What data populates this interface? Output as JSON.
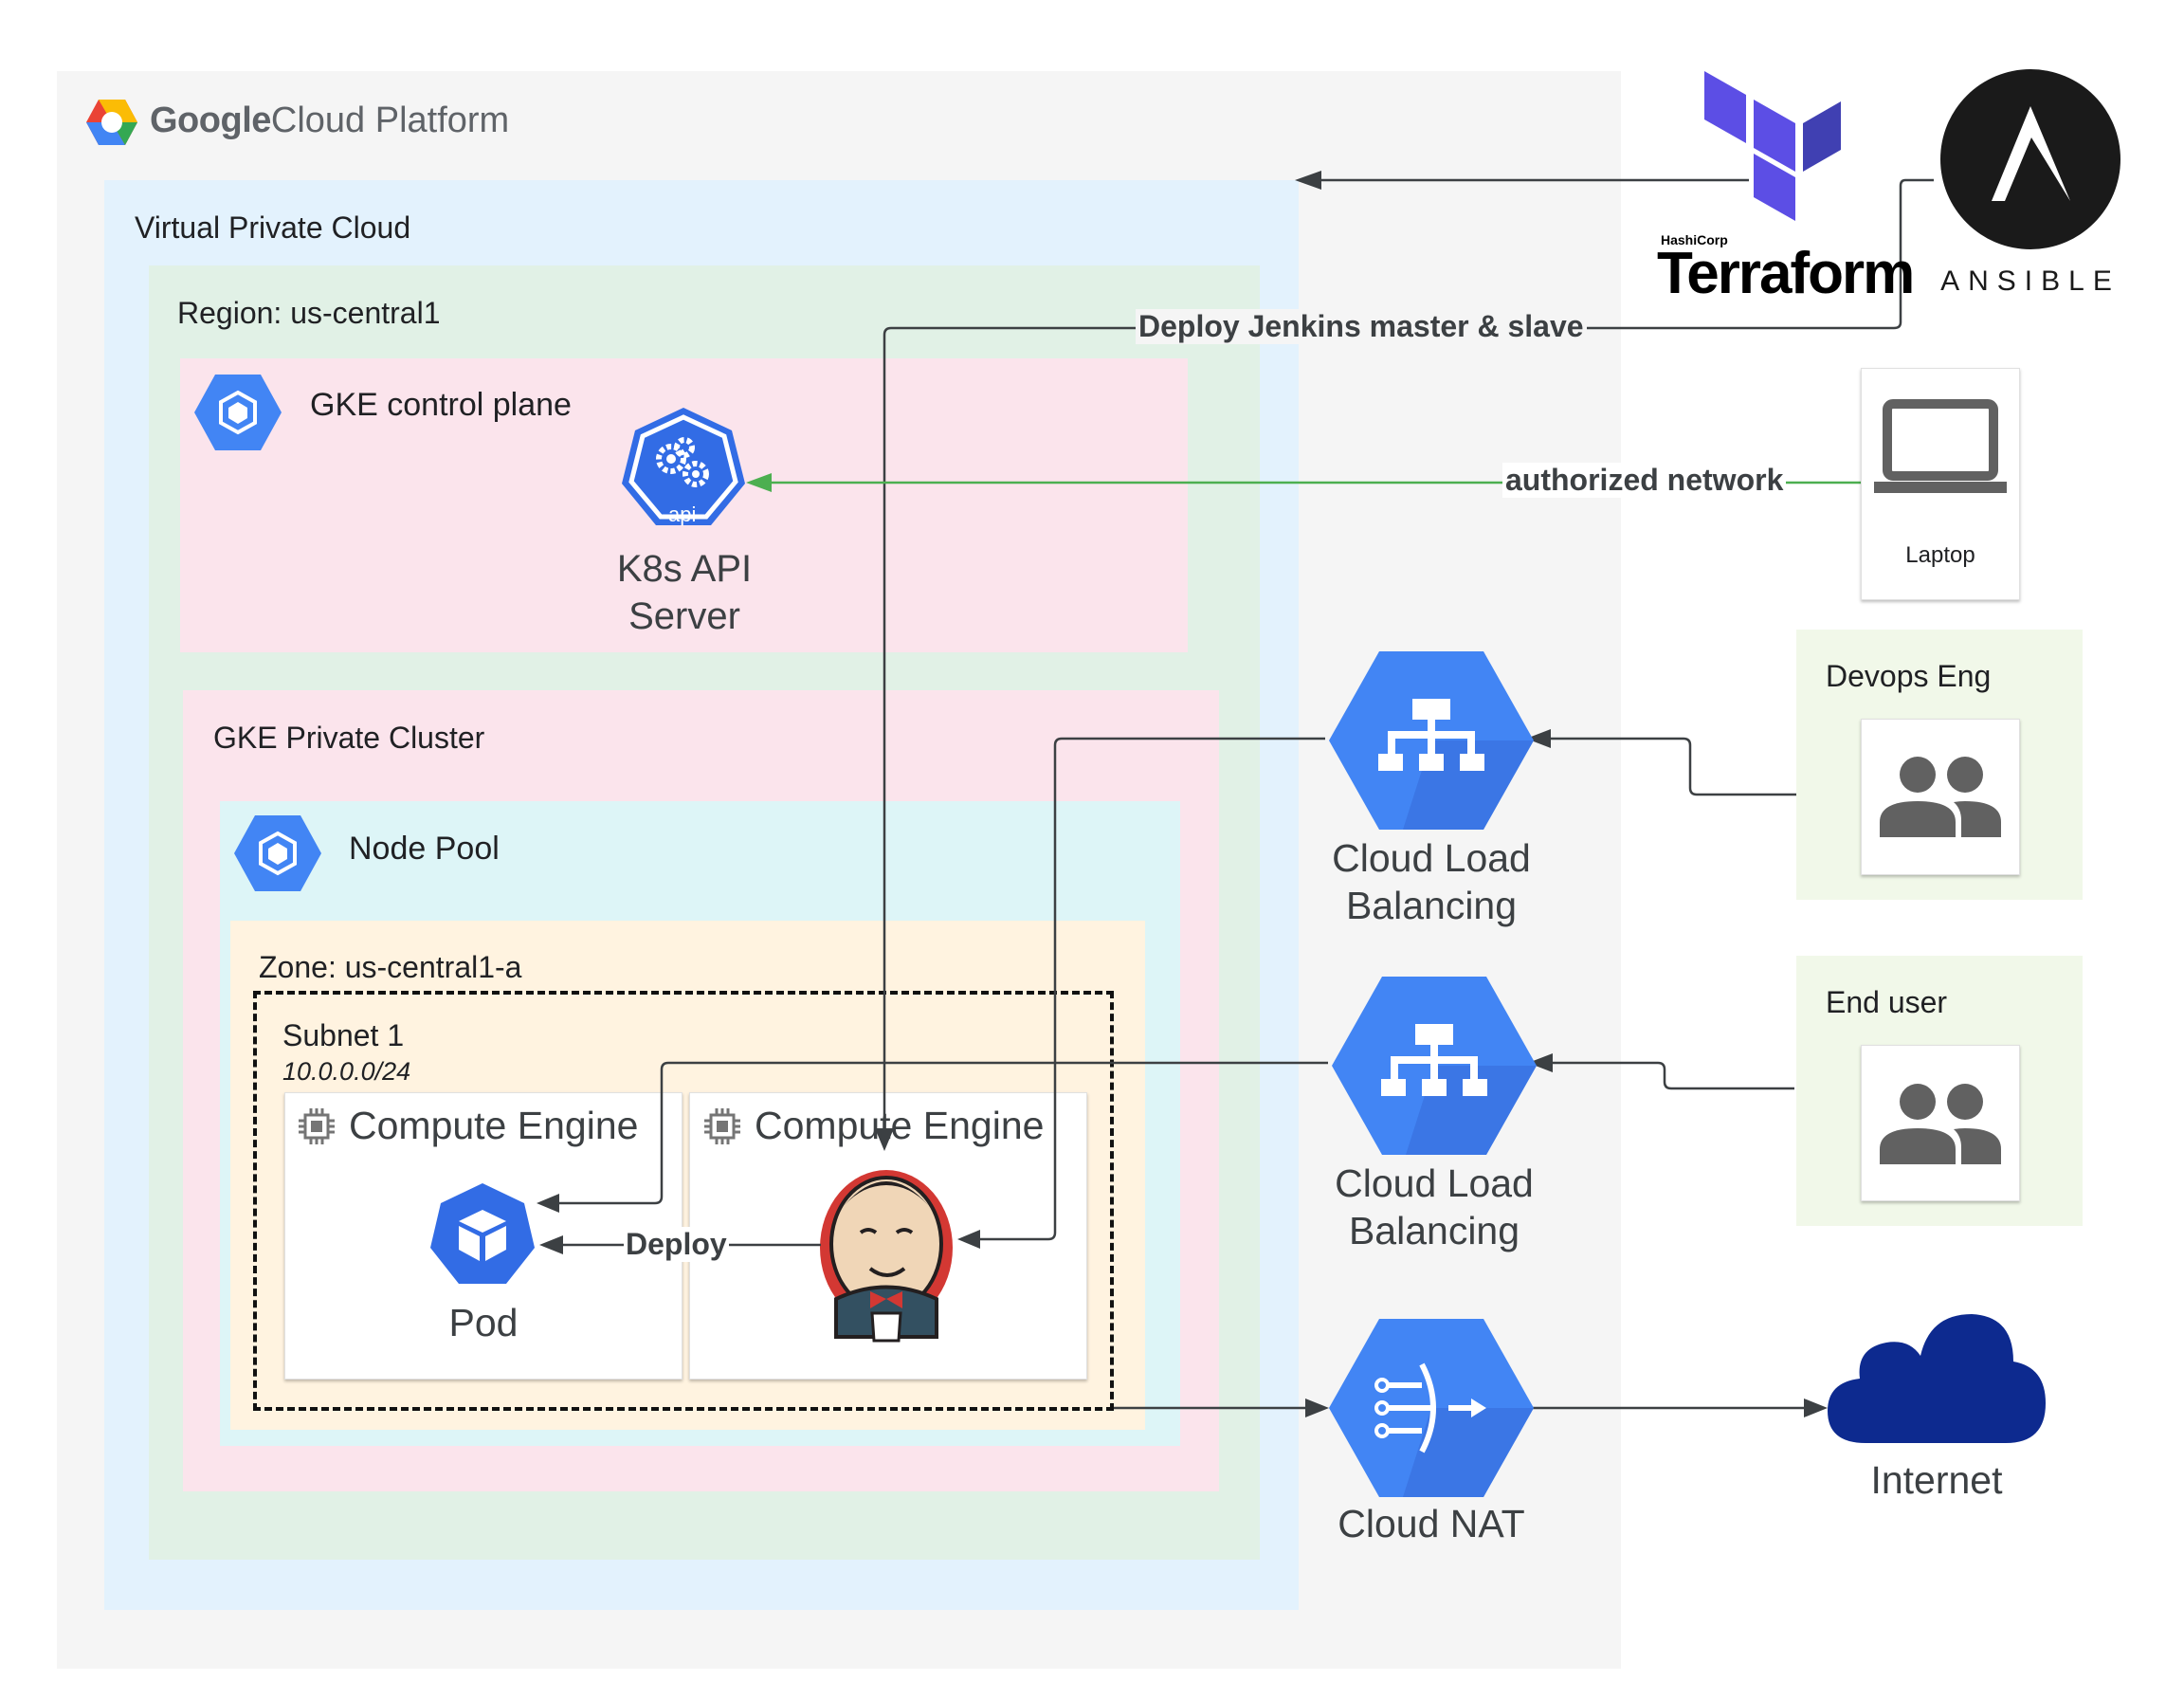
{
  "gcp": {
    "title_google": "Google",
    "title_rest": "Cloud Platform"
  },
  "vpc": {
    "label": "Virtual Private Cloud"
  },
  "region": {
    "label": "Region: us-central1"
  },
  "control_plane": {
    "label": "GKE control plane"
  },
  "api_server": {
    "badge": "api",
    "line1": "K8s API",
    "line2": "Server"
  },
  "cluster": {
    "label": "GKE Private Cluster"
  },
  "node_pool": {
    "label": "Node Pool"
  },
  "zone": {
    "label": "Zone: us-central1-a"
  },
  "subnet": {
    "label": "Subnet 1",
    "cidr": "10.0.0.0/24"
  },
  "compute_engine": {
    "label_1": "Compute Engine",
    "label_2": "Compute Engine"
  },
  "pod": {
    "label": "Pod"
  },
  "edges": {
    "deploy": "Deploy",
    "deploy_jenkins": "Deploy Jenkins master & slave",
    "authorized_network": "authorized network"
  },
  "terraform": {
    "hashicorp": "HashiCorp",
    "name": "Terraform"
  },
  "ansible": {
    "name": "ANSIBLE"
  },
  "laptop": {
    "label": "Laptop"
  },
  "devops": {
    "label": "Devops Eng"
  },
  "end_user": {
    "label": "End user"
  },
  "lb1": {
    "line1": "Cloud Load",
    "line2": "Balancing"
  },
  "lb2": {
    "line1": "Cloud Load",
    "line2": "Balancing"
  },
  "nat": {
    "label": "Cloud NAT"
  },
  "internet": {
    "label": "Internet"
  },
  "colors": {
    "gcp_bg": "#f5f5f5",
    "vpc_bg": "#e3f2fd",
    "region_bg": "#e1f1e6",
    "control_plane_bg": "#fbe4ec",
    "cluster_bg": "#fbe4ec",
    "node_pool_bg": "#ddf5f7",
    "zone_bg": "#fff3e0",
    "user_bg": "#f1f8e9",
    "gcp_blue": "#4285f4",
    "terraform_purple": "#5c4ee5",
    "internet_blue": "#0d2a8f",
    "auth_green": "#4caf50"
  }
}
